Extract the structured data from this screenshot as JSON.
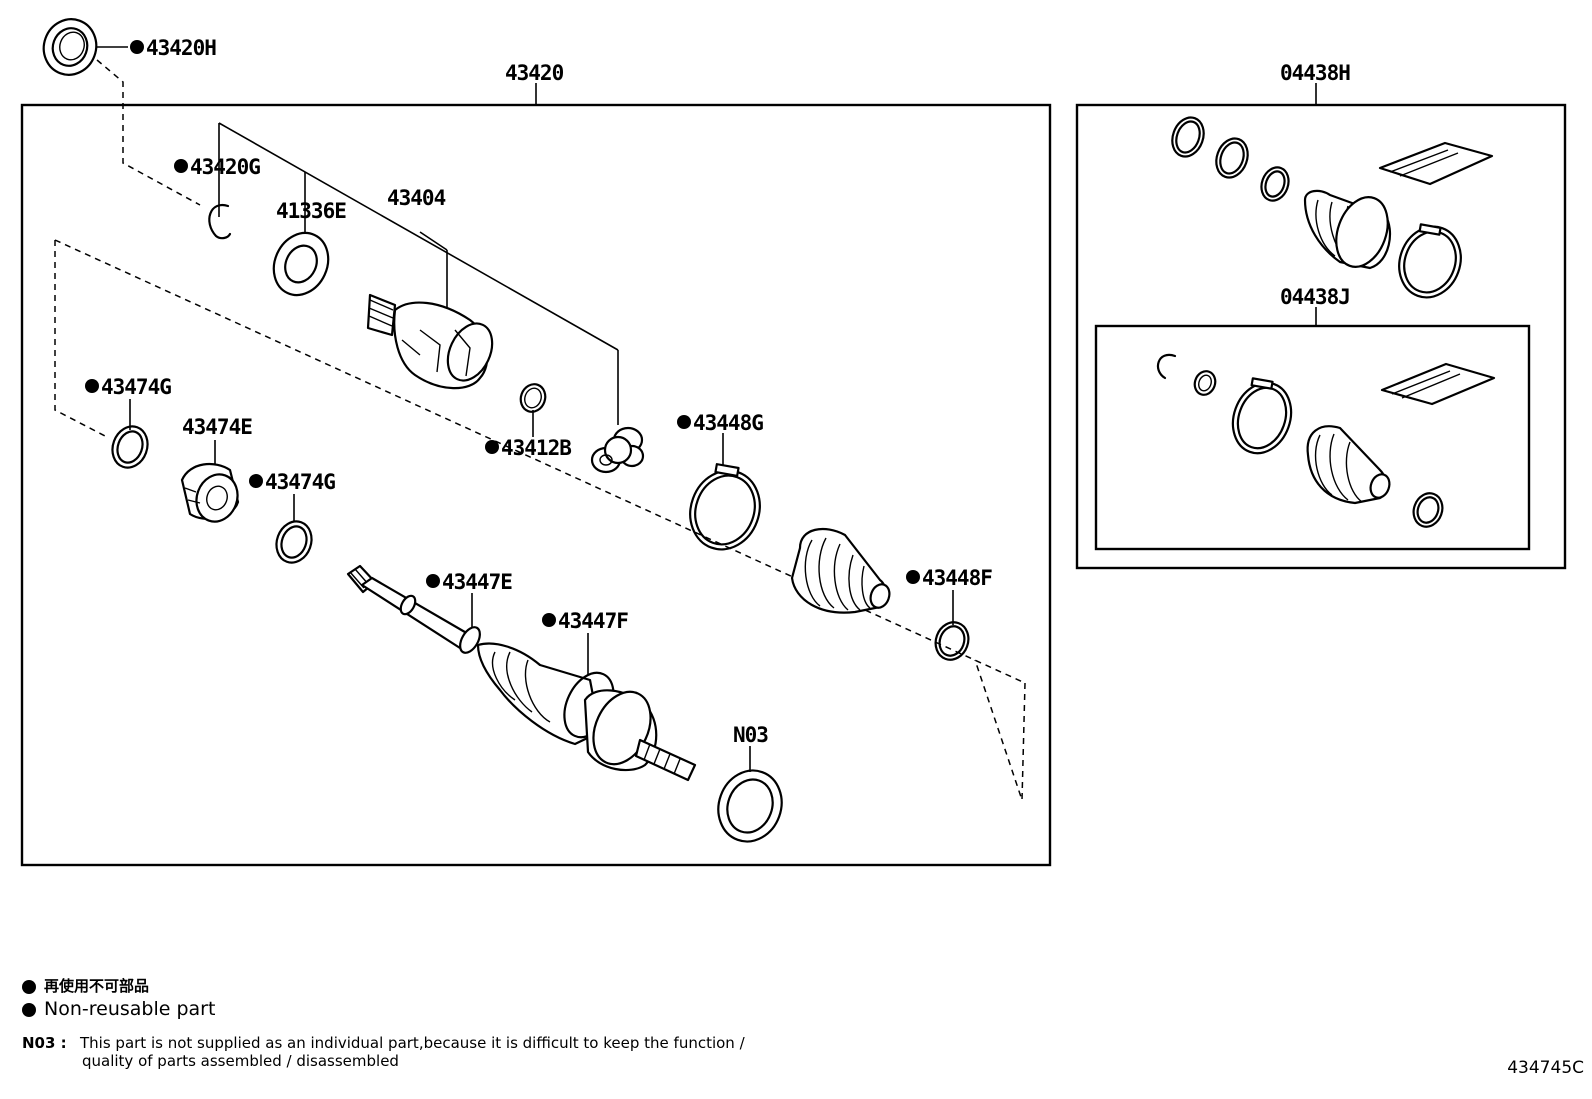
{
  "labels": {
    "p43420H": "43420H",
    "p43420": "43420",
    "p04438H": "04438H",
    "p43420G": "43420G",
    "p41336E": "41336E",
    "p43404": "43404",
    "p04438J": "04438J",
    "p43474G_a": "43474G",
    "p43474E": "43474E",
    "p43474G_b": "43474G",
    "p43412B": "43412B",
    "p43448G": "43448G",
    "p43447E": "43447E",
    "p43448F": "43448F",
    "p43447F": "43447F",
    "pN03": "N03"
  },
  "legend": {
    "jp": "再使用不可部品",
    "en": "Non-reusable part"
  },
  "note": {
    "code": "N03 :",
    "line1": "This part is not supplied as an individual part,because it is difficult to keep the function /",
    "line2": "quality of parts assembled / disassembled"
  },
  "figure_code": "434745C",
  "non_reusable_marker_color": "#000000"
}
